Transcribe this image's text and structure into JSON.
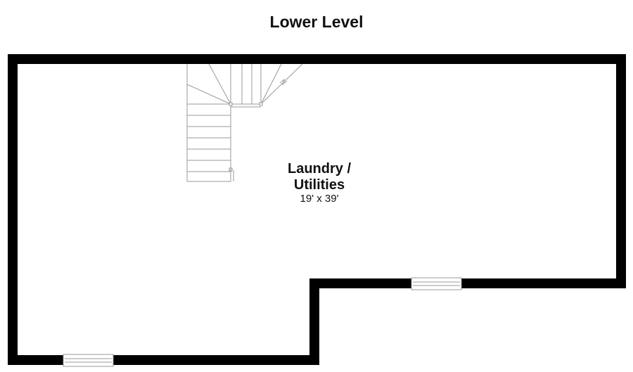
{
  "floor": {
    "title": "Lower Level"
  },
  "rooms": [
    {
      "name_line1": "Laundry /",
      "name_line2": "Utilities",
      "dimensions": "19' x 39'"
    }
  ],
  "colors": {
    "wall": "#000000",
    "stair": "#999999",
    "background": "#ffffff"
  },
  "icons": [
    "staircase-icon",
    "window-icon"
  ]
}
